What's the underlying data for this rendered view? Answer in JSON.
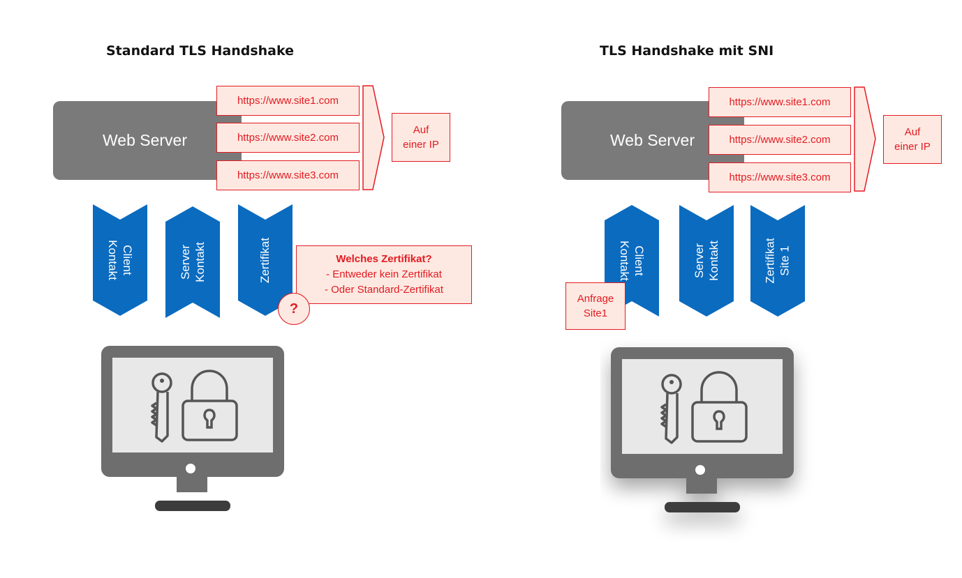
{
  "left": {
    "title": "Standard TLS Handshake",
    "server_label": "Web Server",
    "sites": [
      "https://www.site1.com",
      "https://www.site2.com",
      "https://www.site3.com"
    ],
    "ip_note": [
      "Auf",
      "einer IP"
    ],
    "arrows": [
      {
        "line1": "Client",
        "line2": "Kontakt",
        "direction": "down"
      },
      {
        "line1": "Server",
        "line2": "Kontakt",
        "direction": "up"
      },
      {
        "line1": "Zertifikat",
        "line2": "",
        "direction": "down"
      }
    ],
    "question_mark": "?",
    "cert_note": {
      "heading": "Welches Zertifikat?",
      "line1": "- Entweder kein Zertifikat",
      "line2": "- Oder Standard-Zertifikat"
    }
  },
  "right": {
    "title": "TLS Handshake mit SNI",
    "server_label": "Web Server",
    "sites": [
      "https://www.site1.com",
      "https://www.site2.com",
      "https://www.site3.com"
    ],
    "ip_note": [
      "Auf",
      "einer IP"
    ],
    "arrows": [
      {
        "line1": "Client",
        "line2": "Kontakt",
        "direction": "up"
      },
      {
        "line1": "Server",
        "line2": "Kontakt",
        "direction": "down"
      },
      {
        "line1": "Zertifikat",
        "line2": "Site 1",
        "direction": "down"
      }
    ],
    "request_note": [
      "Anfrage",
      "Site1"
    ]
  },
  "colors": {
    "server_gray": "#7a7a7a",
    "arrow_blue": "#0a6bbf",
    "note_fill": "#fde9e1",
    "note_border": "#e31b23",
    "monitor_gray": "#6e6e6e",
    "screen_gray": "#e8e8e8",
    "stand_dark": "#3c3c3c"
  },
  "icons": [
    "key-icon",
    "padlock-icon",
    "monitor-icon"
  ]
}
